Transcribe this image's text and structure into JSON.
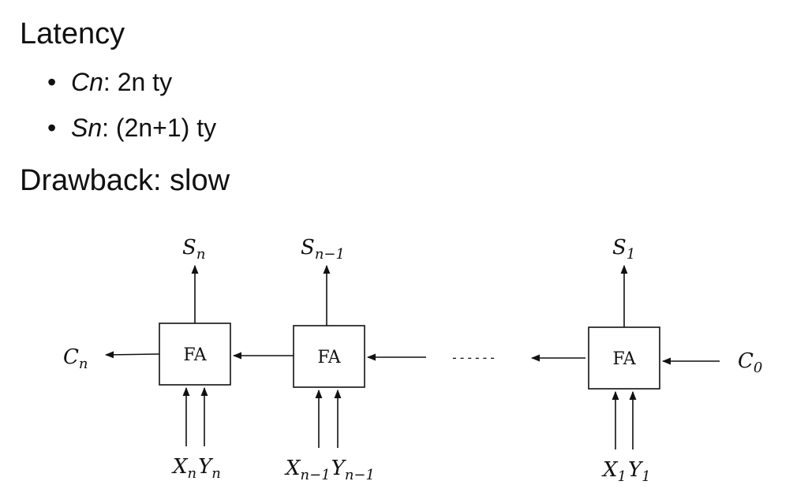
{
  "heading_latency": "Latency",
  "bullets": [
    {
      "var": "Cn",
      "text": ": 2n ty"
    },
    {
      "var": "Sn",
      "text": ": (2n+1) ty"
    }
  ],
  "heading_drawback": "Drawback: slow",
  "diagram": {
    "block_label": "FA",
    "dots": "------",
    "carry_out": {
      "base": "C",
      "sub": "n"
    },
    "carry_in": {
      "base": "C",
      "sub": "0"
    },
    "stages": [
      {
        "sum": {
          "base": "S",
          "sub": "n"
        },
        "x": {
          "base": "X",
          "sub": "n"
        },
        "y": {
          "base": "Y",
          "sub": "n"
        }
      },
      {
        "sum": {
          "base": "S",
          "sub": "n−1"
        },
        "x": {
          "base": "X",
          "sub": "n−1"
        },
        "y": {
          "base": "Y",
          "sub": "n−1"
        }
      },
      {
        "sum": {
          "base": "S",
          "sub": "1"
        },
        "x": {
          "base": "X",
          "sub": "1"
        },
        "y": {
          "base": "Y",
          "sub": "1"
        }
      }
    ]
  }
}
